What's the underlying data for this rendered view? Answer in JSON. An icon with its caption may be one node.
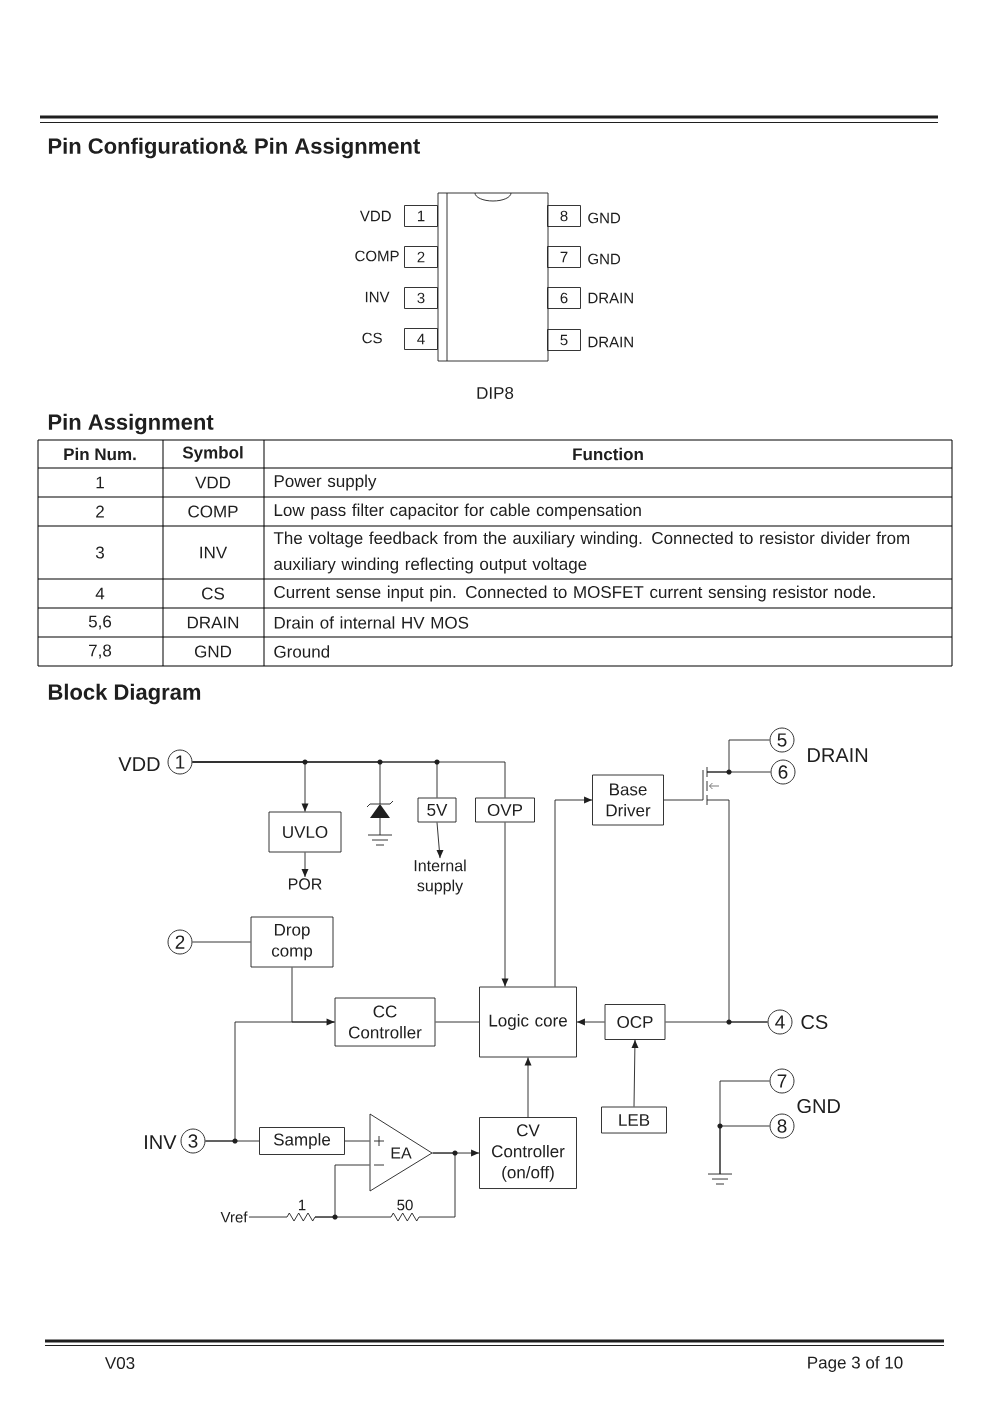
{
  "diagram": {
    "title": "Pin Configuration& Pin Assignment",
    "nodes": [
      {
        "text": [],
        "shape": "box",
        "beside": [
          "DIP8"
        ]
      },
      {
        "text": [
          "1"
        ],
        "beside": [
          "VDD"
        ]
      },
      {
        "text": [
          "2"
        ],
        "beside": [
          "COMP"
        ]
      },
      {
        "text": [
          "3"
        ],
        "beside": [
          "INV"
        ]
      },
      {
        "text": [
          "4"
        ],
        "beside": [
          "CS"
        ]
      },
      {
        "text": [
          "8"
        ],
        "beside": [
          "GND"
        ]
      },
      {
        "text": [
          "7"
        ],
        "beside": [
          "GND"
        ]
      },
      {
        "text": [
          "6"
        ],
        "beside": [
          "DRAIN"
        ]
      },
      {
        "text": [
          "5"
        ],
        "beside": [
          "DRAIN"
        ]
      },
      {
        "text": [
          "1"
        ],
        "beside": [
          "VDD"
        ]
      },
      {
        "text": [
          "UVLO"
        ]
      },
      {
        "text": [],
        "shape": "diode"
      },
      {
        "text": [
          "5V"
        ]
      },
      {
        "text": [
          "OVP"
        ]
      },
      {
        "text": [
          "POR"
        ]
      },
      {
        "text": [
          "Internal supply"
        ]
      },
      {
        "text": [
          "2"
        ]
      },
      {
        "text": [
          "Drop comp"
        ]
      },
      {
        "text": [
          "CC Controller"
        ]
      },
      {
        "text": [
          "Logic core"
        ]
      },
      {
        "text": [
          "Base Driver"
        ]
      },
      {
        "text": [],
        "shape": "transistor"
      },
      {
        "text": [
          "5"
        ]
      },
      {
        "text": [
          "6"
        ]
      },
      {
        "text": [
          "OCP"
        ]
      },
      {
        "text": [
          "4"
        ],
        "beside": [
          "CS"
        ]
      },
      {
        "text": [
          "LEB"
        ]
      },
      {
        "text": [
          "3"
        ],
        "beside": [
          "INV"
        ]
      },
      {
        "text": [
          "Sample"
        ]
      },
      {
        "text": [
          "EA"
        ]
      },
      {
        "text": [
          "CV Controller (on/off)"
        ]
      },
      {
        "text": [
          "Vref"
        ]
      },
      {
        "text": [],
        "shape": "resistor",
        "beside": [
          "1"
        ]
      },
      {
        "text": [],
        "shape": "resistor",
        "beside": [
          "50"
        ]
      },
      {
        "text": [
          "7"
        ]
      },
      {
        "text": [
          "8"
        ]
      },
      {
        "text": [],
        "shape": "ground"
      }
    ],
    "edges": [
      {
        "from": 9,
        "to": 10,
        "arrow": "to"
      },
      {
        "from": 9,
        "to": 11,
        "arrow": "none"
      },
      {
        "from": 9,
        "to": 12,
        "arrow": "none"
      },
      {
        "from": 9,
        "to": 13,
        "arrow": "none"
      },
      {
        "from": 10,
        "to": 14,
        "arrow": "to"
      },
      {
        "from": 12,
        "to": 15,
        "arrow": "to"
      },
      {
        "from": 13,
        "to": 19,
        "arrow": "to"
      },
      {
        "from": 16,
        "to": 17,
        "arrow": "none"
      },
      {
        "from": 17,
        "to": 18,
        "arrow": "to"
      },
      {
        "from": 27,
        "to": 18,
        "arrow": "none"
      },
      {
        "from": 27,
        "to": 28,
        "arrow": "none"
      },
      {
        "from": 18,
        "to": 19,
        "arrow": "none"
      },
      {
        "from": 19,
        "to": 20,
        "arrow": "to"
      },
      {
        "from": 20,
        "to": 21,
        "arrow": "none"
      },
      {
        "from": 21,
        "to": 22,
        "arrow": "none"
      },
      {
        "from": 21,
        "to": 23,
        "arrow": "none"
      },
      {
        "from": 21,
        "to": 25,
        "arrow": "none"
      },
      {
        "from": 25,
        "to": 24,
        "arrow": "none"
      },
      {
        "from": 24,
        "to": 19,
        "arrow": "to"
      },
      {
        "from": 26,
        "to": 24,
        "arrow": "to"
      },
      {
        "from": 28,
        "to": 29,
        "arrow": "none"
      },
      {
        "from": 29,
        "to": 30,
        "arrow": "to"
      },
      {
        "from": 31,
        "to": 32,
        "arrow": "none"
      },
      {
        "from": 32,
        "to": 33,
        "arrow": "none"
      },
      {
        "from": 32,
        "to": 29,
        "arrow": "none"
      },
      {
        "from": 33,
        "to": 29,
        "arrow": "none"
      },
      {
        "from": 30,
        "to": 19,
        "arrow": "to"
      },
      {
        "from": 34,
        "to": 36,
        "arrow": "none"
      },
      {
        "from": 35,
        "to": 36,
        "arrow": "none"
      }
    ],
    "labels": [
      "Pin Assignment",
      "Pin Num.",
      "Symbol",
      "Function",
      "1",
      "VDD",
      "Power supply",
      "2",
      "COMP",
      "Low pass filter capacitor for cable compensation",
      "3",
      "INV",
      "The voltage feedback from the auxiliary winding. Connected to resistor divider from auxiliary winding reflecting output voltage",
      "4",
      "CS",
      "Current sense input pin. Connected to MOSFET current sensing resistor node.",
      "5,6",
      "DRAIN",
      "Drain of internal HV MOS",
      "7,8",
      "GND",
      "Ground",
      "Block Diagram",
      "DRAIN",
      "GND",
      "V03",
      "Page 3 of 10"
    ]
  }
}
